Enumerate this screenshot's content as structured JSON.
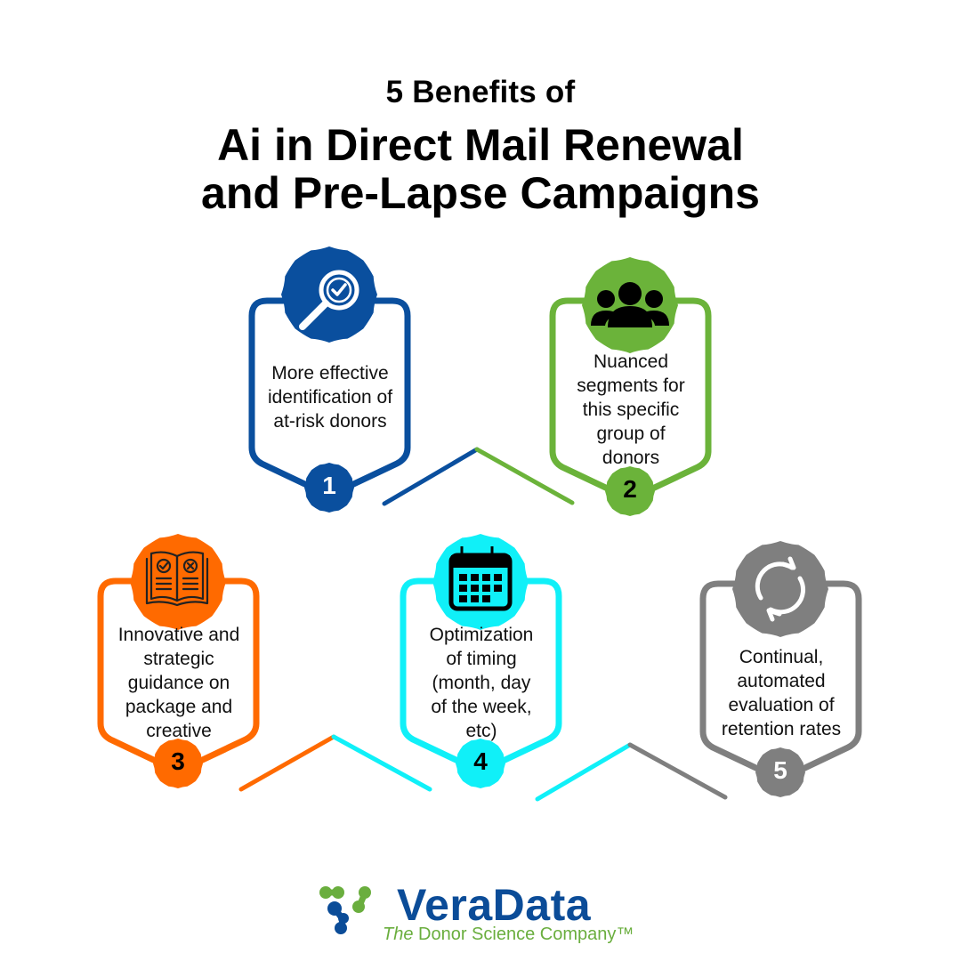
{
  "header": {
    "subtitle": "5 Benefits of",
    "title_line1": "Ai in Direct Mail Renewal",
    "title_line2": "and Pre-Lapse Campaigns"
  },
  "benefits": [
    {
      "number": "1",
      "text_lines": [
        "More effective",
        "identification of",
        "at-risk donors"
      ],
      "icon": "magnifier-check-icon",
      "color": "#0A4F9E",
      "number_color": "#ffffff"
    },
    {
      "number": "2",
      "text_lines": [
        "Nuanced",
        "segments for",
        "this specific",
        "group of",
        "donors"
      ],
      "icon": "people-group-icon",
      "color": "#6BB33A",
      "number_color": "#000000"
    },
    {
      "number": "3",
      "text_lines": [
        "Innovative and",
        "strategic",
        "guidance on",
        "package and",
        "creative"
      ],
      "icon": "open-book-check-x-icon",
      "color": "#FF6A00",
      "number_color": "#000000"
    },
    {
      "number": "4",
      "text_lines": [
        "Optimization",
        "of timing",
        "(month, day",
        "of the week,",
        "etc)"
      ],
      "icon": "calendar-icon",
      "color": "#10F0F8",
      "number_color": "#000000"
    },
    {
      "number": "5",
      "text_lines": [
        "Continual,",
        "automated",
        "evaluation of",
        "retention rates"
      ],
      "icon": "refresh-cycle-icon",
      "color": "#7F7F7F",
      "number_color": "#ffffff"
    }
  ],
  "logo": {
    "name": "VeraData",
    "tagline_italic": "The",
    "tagline_rest": " Donor Science Company™",
    "colors": {
      "blue": "#0B4C98",
      "green": "#6AAE3E"
    }
  }
}
